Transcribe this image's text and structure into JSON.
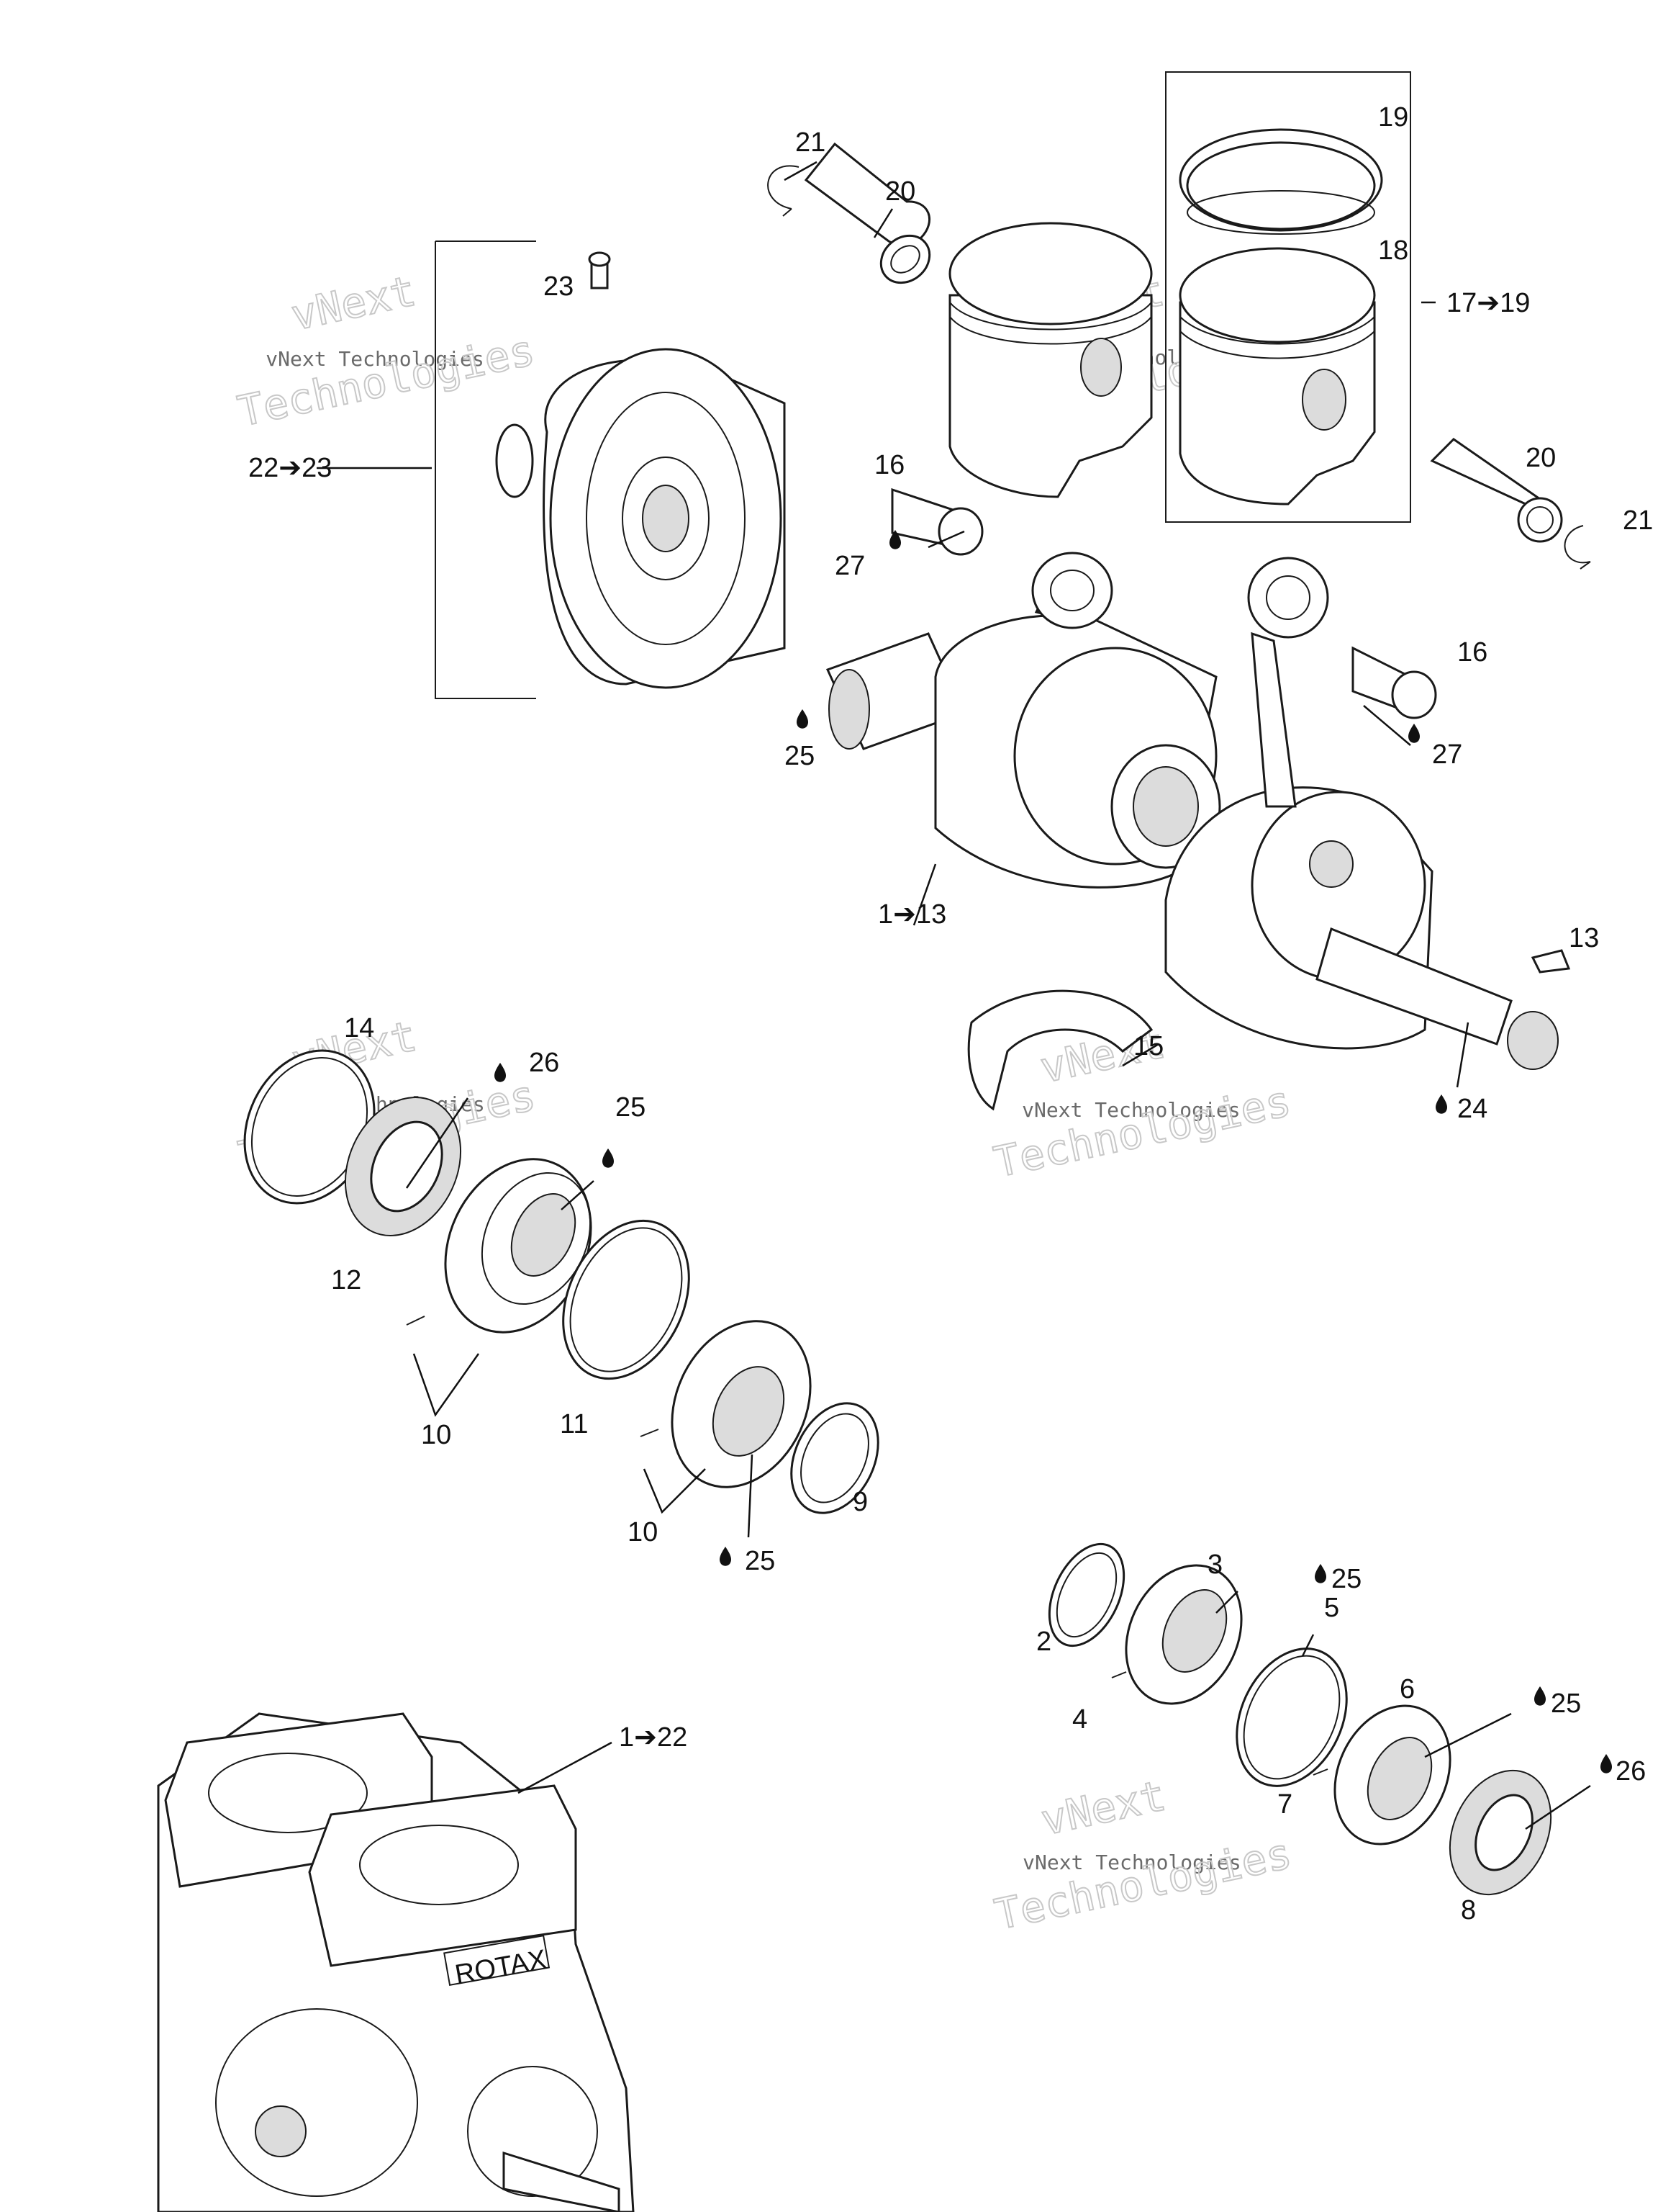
{
  "watermark": {
    "line1": "vNext",
    "line2": "vNext Technologies",
    "line3": "Technologies"
  },
  "callouts": {
    "c1_13": "1➔13",
    "c1_22": "1➔22",
    "c2": "2",
    "c3": "3",
    "c4": "4",
    "c5": "5",
    "c6": "6",
    "c7": "7",
    "c8": "8",
    "c9": "9",
    "c10a": "10",
    "c10b": "10",
    "c11": "11",
    "c12": "12",
    "c13": "13",
    "c14": "14",
    "c15": "15",
    "c16a": "16",
    "c16b": "16",
    "c17_19": "17➔19",
    "c18": "18",
    "c19": "19",
    "c20a": "20",
    "c20b": "20",
    "c21a": "21",
    "c21b": "21",
    "c22_23": "22➔23",
    "c23": "23",
    "c24": "24",
    "c25a": "25",
    "c25b": "25",
    "c25c": "25",
    "c25d": "25",
    "c25e": "25",
    "c26a": "26",
    "c26b": "26",
    "c27a": "27",
    "c27b": "27"
  },
  "engine_brand": "ROTAX"
}
